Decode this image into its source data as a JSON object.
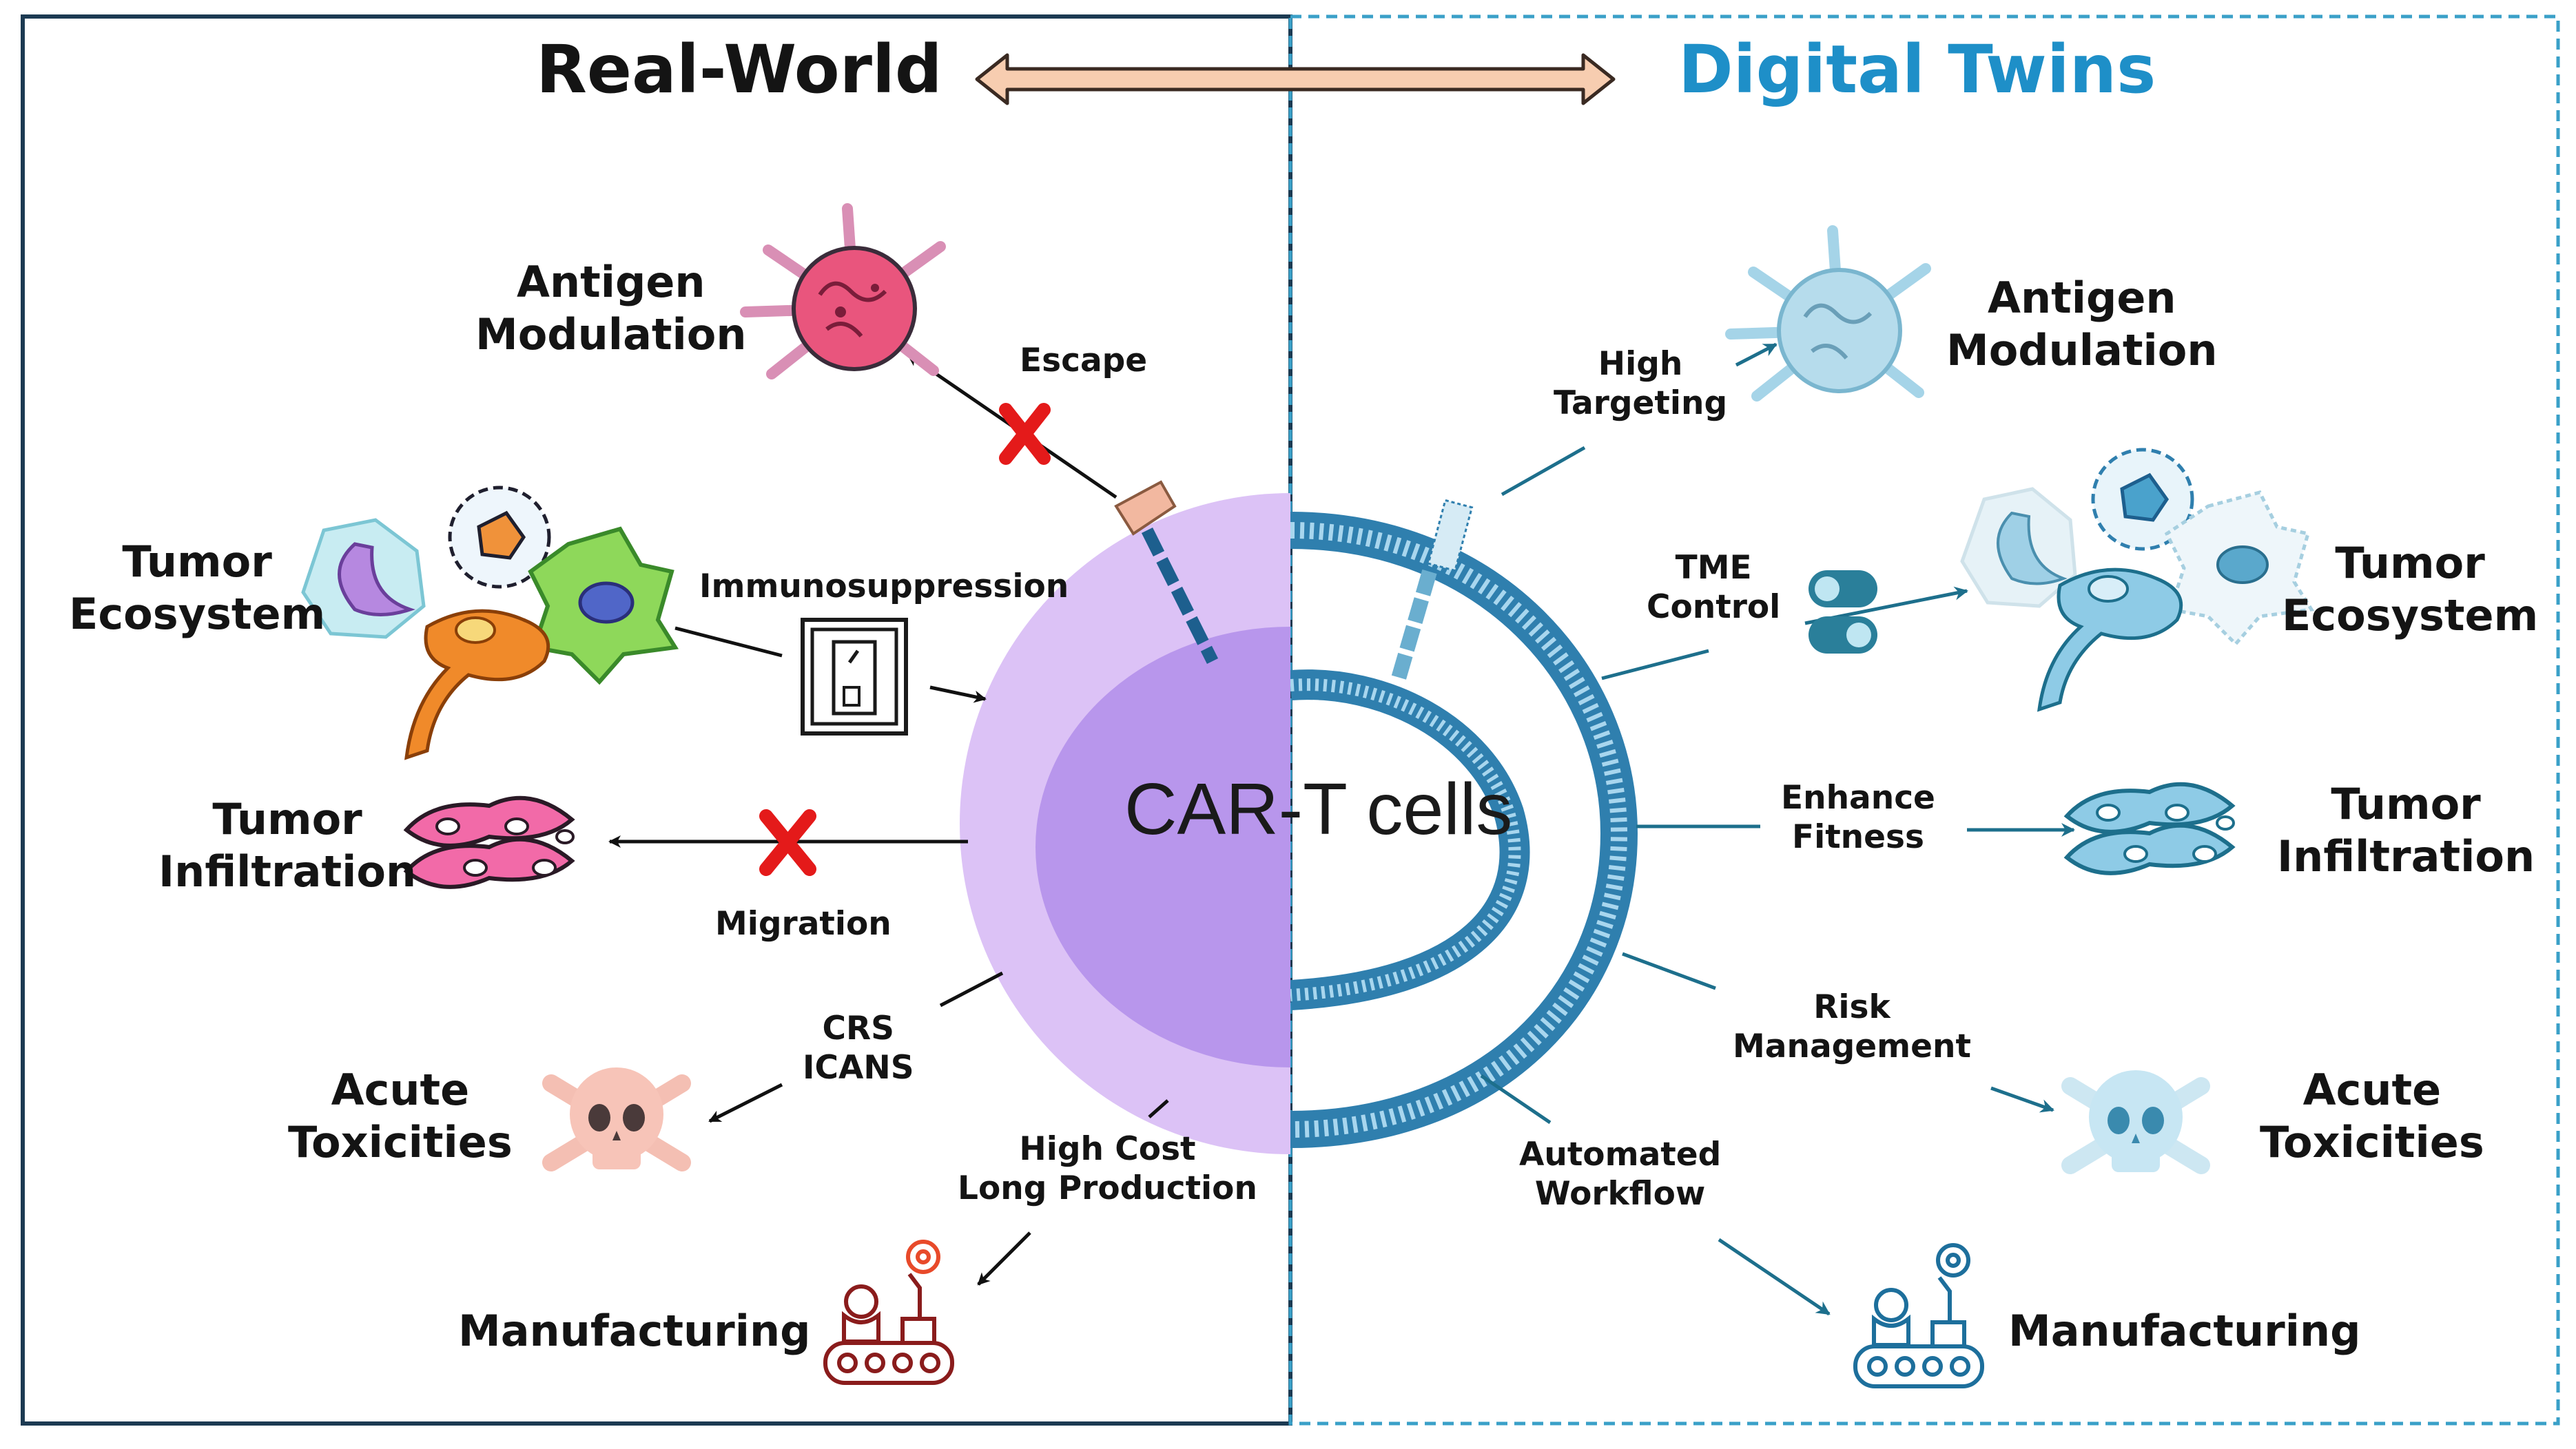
{
  "titles": {
    "left": "Real-World",
    "right": "Digital Twins"
  },
  "center": {
    "label": "CAR-T cells"
  },
  "real_world": {
    "antigen": [
      "Antigen",
      "Modulation"
    ],
    "tumor_eco": [
      "Tumor",
      "Ecosystem"
    ],
    "tumor_inf": [
      "Tumor",
      "Infiltration"
    ],
    "acute_tox": [
      "Acute",
      "Toxicities"
    ],
    "manufacturing": "Manufacturing",
    "escape": "Escape",
    "immuno": "Immunosuppression",
    "migration": "Migration",
    "crs": [
      "CRS",
      "ICANS"
    ],
    "cost": [
      "High Cost",
      "Long Production"
    ]
  },
  "digital_twins": {
    "antigen": [
      "Antigen",
      "Modulation"
    ],
    "tumor_eco": [
      "Tumor",
      "Ecosystem"
    ],
    "tumor_inf": [
      "Tumor",
      "Infiltration"
    ],
    "acute_tox": [
      "Acute",
      "Toxicities"
    ],
    "manufacturing": "Manufacturing",
    "targeting": [
      "High",
      "Targeting"
    ],
    "tme": [
      "TME",
      "Control"
    ],
    "fitness": [
      "Enhance",
      "Fitness"
    ],
    "risk": [
      "Risk",
      "Management"
    ],
    "workflow": [
      "Automated",
      "Workflow"
    ]
  },
  "icons": [
    "virus-icon",
    "tumor-cell-icon",
    "macrophage-icon",
    "dendritic-cell-icon",
    "immune-cell-icon",
    "switch-icon",
    "toggle-icon",
    "tissue-icon",
    "skull-icon",
    "factory-icon",
    "receptor-icon",
    "cross-icon"
  ],
  "colors": {
    "left_border": "#1c3a52",
    "right_border": "#3aa0c8",
    "right_title": "#1e8fc8",
    "arrow_fill": "#f7cdb0",
    "cell_outer": "#dcc2f6",
    "cell_inner": "#b896ec",
    "left_arrow": "#111111",
    "right_arrow": "#1d6f8c",
    "cross": "#e41a1a",
    "virus_left": "#e9557d",
    "virus_right": "#b6dcec",
    "dt_icon": "#2a8fb8"
  }
}
